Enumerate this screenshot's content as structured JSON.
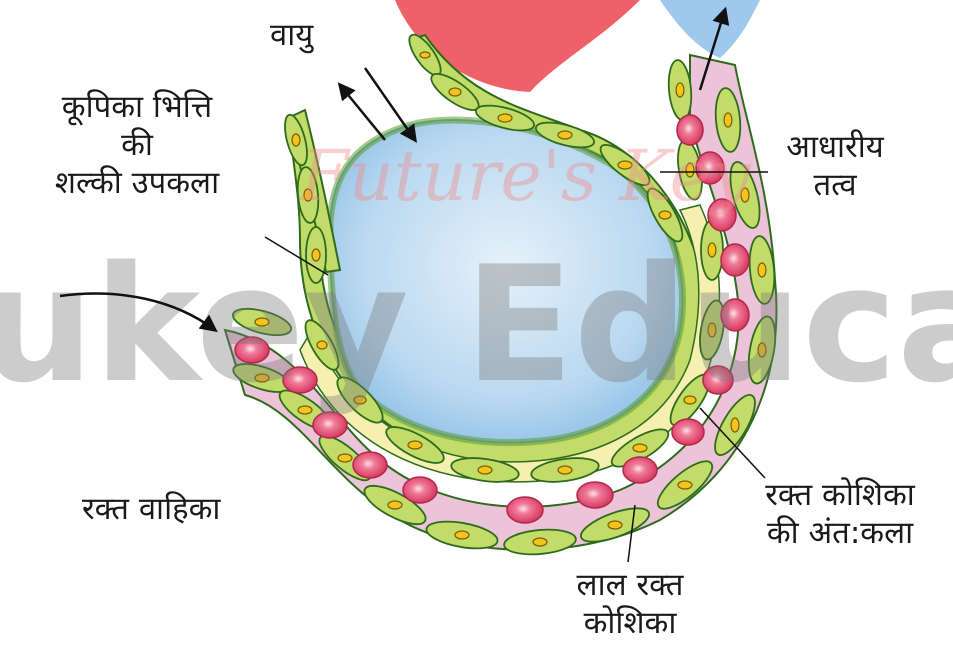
{
  "labels": {
    "air": "वायु",
    "alveolar_wall_1": "कूपिका भित्ति",
    "alveolar_wall_2": "की",
    "alveolar_wall_3": "शल्की उपकला",
    "basement_1": "आधारीय",
    "basement_2": "तत्व",
    "blood_vessel": "रक्त वाहिका",
    "capillary_1": "रक्त कोशिका",
    "capillary_2": "की अंत:कला",
    "rbc_1": "लाल रक्त",
    "rbc_2": "कोशिका"
  },
  "watermark": {
    "main": "ukey Education",
    "script": "Future's Key"
  },
  "colors": {
    "alveolus_fill": "#cfe3f3",
    "alveolus_edge": "#7fb2dc",
    "epithelium": "#c2dc6a",
    "epithelium_light": "#eef5b8",
    "basement": "#f6f0b0",
    "vessel_lumen": "#ecc3d9",
    "rbc": "#e2506f",
    "nucleus": "#f3c51c",
    "cell_outline": "#2e6b1c",
    "logo_red": "#e9242f",
    "logo_blue": "#2f8ad8"
  },
  "icons": [
    "arrow-icon"
  ]
}
